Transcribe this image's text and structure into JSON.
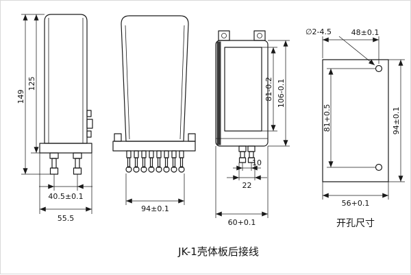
{
  "caption": "JK-1壳体板后接线",
  "side_view": {
    "height_total": "149",
    "height_body": "125",
    "pin_span": "40.5±0.1",
    "depth": "55.5"
  },
  "front_view": {
    "pin_row_width": "94±0.1"
  },
  "rear_view": {
    "inner_height": "81-0.2",
    "outer_height": "106-0.1",
    "stud_gap": "10",
    "stud_span": "22",
    "width": "60+0.1"
  },
  "drill_view": {
    "title": "开孔尺寸",
    "hole_spec": "∅2-4.5",
    "hole_offset": "48±0.1",
    "hole_pitch": "81+0.5",
    "height": "94±0.1",
    "width": "56+0.1"
  }
}
